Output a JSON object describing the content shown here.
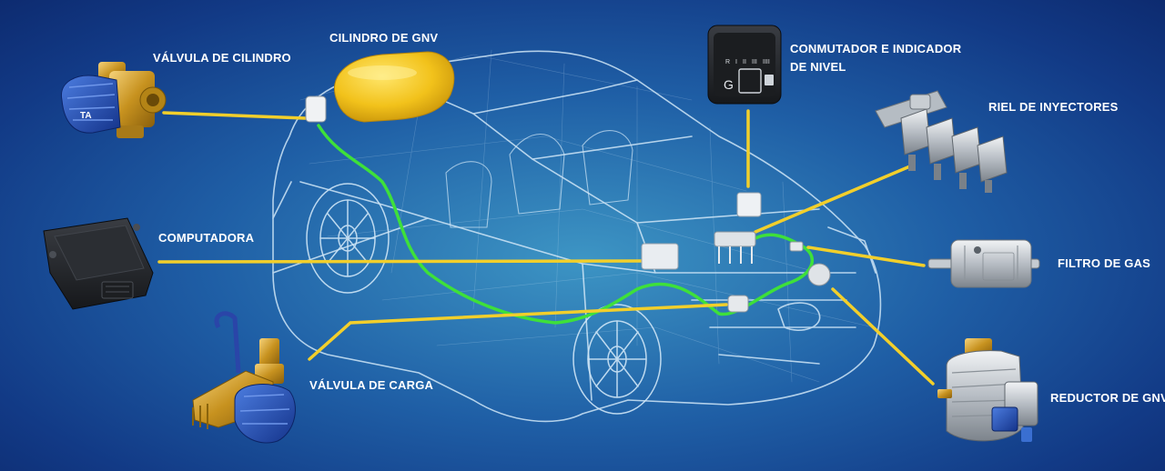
{
  "labels": {
    "valvula_cilindro": "VÁLVULA DE CILINDRO",
    "cilindro_gnv": "CILINDRO DE GNV",
    "conmutador_line1": "CONMUTADOR E INDICADOR",
    "conmutador_line2": "DE NIVEL",
    "riel_inyectores": "RIEL DE INYECTORES",
    "computadora": "COMPUTADORA",
    "filtro_gas": "FILTRO DE GAS",
    "valvula_carga": "VÁLVULA DE CARGA",
    "reductor_gnv": "REDUCTOR DE GNV"
  },
  "component_text": {
    "switch_letters": [
      "R",
      "I",
      "II",
      "III",
      "IIII"
    ],
    "switch_g": "G",
    "valve_brand": "TA"
  },
  "colors": {
    "background": "#1a4f9c",
    "leader_line": "#f2cf2b",
    "gas_line": "#3ee03a",
    "wireframe": "#cfe6f7",
    "label_text": "#ffffff"
  }
}
